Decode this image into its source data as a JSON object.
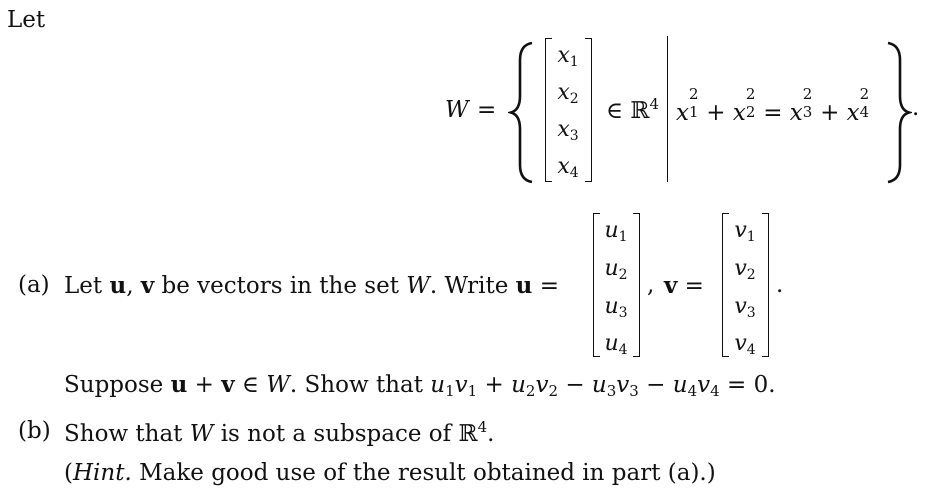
{
  "intro": {
    "let_word": "Let"
  },
  "set_definition": {
    "lhs": "W",
    "equals": "=",
    "vector_entries": [
      {
        "var": "x",
        "sub": "1"
      },
      {
        "var": "x",
        "sub": "2"
      },
      {
        "var": "x",
        "sub": "3"
      },
      {
        "var": "x",
        "sub": "4"
      }
    ],
    "member_of": "∈ ℝ",
    "dimension": "4",
    "condition": {
      "t1": "x",
      "t1_sup": "2",
      "t1_sub": "1",
      "plus1": "+",
      "t2": "x",
      "t2_sup": "2",
      "t2_sub": "2",
      "eq": "=",
      "t3": "x",
      "t3_sup": "2",
      "t3_sub": "3",
      "plus2": "+",
      "t4": "x",
      "t4_sup": "2",
      "t4_sub": "4"
    },
    "period": "."
  },
  "part_a": {
    "label": "(a)",
    "text1": "Let ",
    "u": "u",
    "comma": ", ",
    "v": "v",
    "text2": " be vectors in the set ",
    "W": "W",
    "text3": ". Write ",
    "u2": "u",
    "eq": " =",
    "u_entries": [
      {
        "var": "u",
        "sub": "1"
      },
      {
        "var": "u",
        "sub": "2"
      },
      {
        "var": "u",
        "sub": "3"
      },
      {
        "var": "u",
        "sub": "4"
      }
    ],
    "comma2": ",",
    "v2": "v",
    "eq2": " =",
    "v_entries": [
      {
        "var": "v",
        "sub": "1"
      },
      {
        "var": "v",
        "sub": "2"
      },
      {
        "var": "v",
        "sub": "3"
      },
      {
        "var": "v",
        "sub": "4"
      }
    ],
    "period": ".",
    "suppose_text": "Suppose ",
    "suppose_u": "u",
    "suppose_plus": " + ",
    "suppose_v": "v",
    "suppose_in": " ∈ ",
    "suppose_W": "W",
    "show_text": ". Show that ",
    "eq_terms": {
      "a": "u",
      "a_sub": "1",
      "b": "v",
      "b_sub": "1",
      "op1": " + ",
      "c": "u",
      "c_sub": "2",
      "d": "v",
      "d_sub": "2",
      "op2": " − ",
      "e": "u",
      "e_sub": "3",
      "f": "v",
      "f_sub": "3",
      "op3": " − ",
      "g": "u",
      "g_sub": "4",
      "h": "v",
      "h_sub": "4",
      "rhs": " = 0."
    }
  },
  "part_b": {
    "label": "(b)",
    "text1": "Show that ",
    "W": "W",
    "text2": " is not a subspace of ℝ",
    "dim": "4",
    "period": ".",
    "hint_open": "(",
    "hint_word": "Hint.",
    "hint_text": " Make good use of the result obtained in part (a).)"
  }
}
